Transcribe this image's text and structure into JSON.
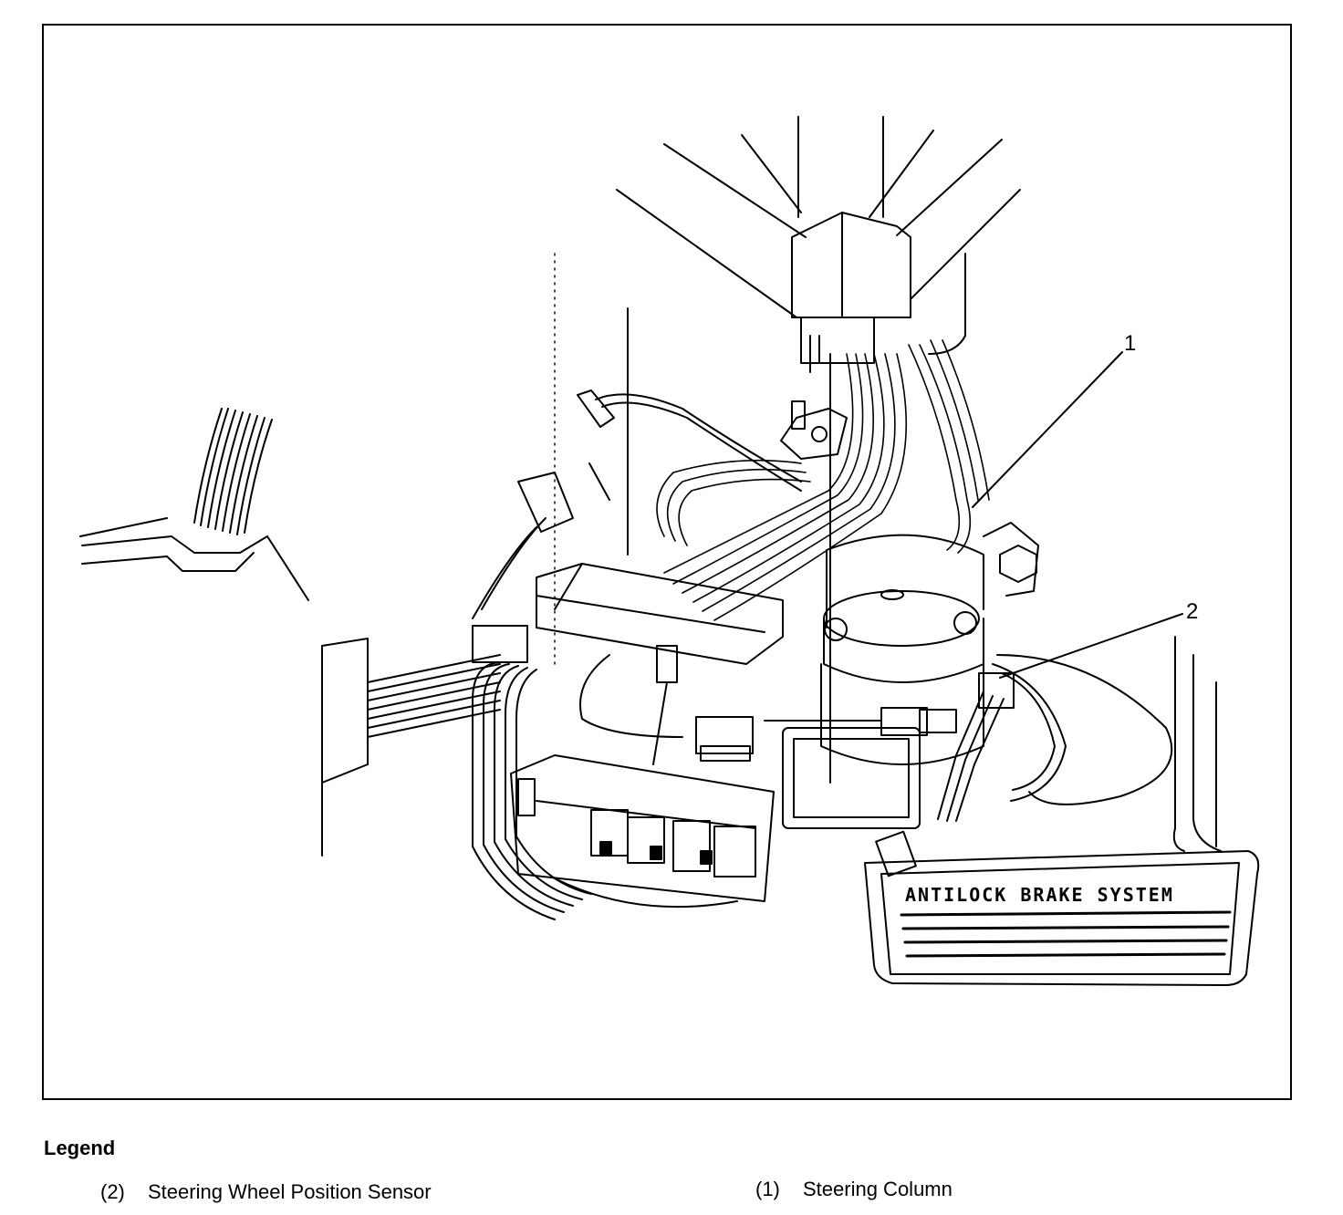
{
  "diagram": {
    "callouts": [
      {
        "id": "1",
        "label": "1"
      },
      {
        "id": "2",
        "label": "2"
      }
    ],
    "pedal_label": "ANTILOCK BRAKE SYSTEM"
  },
  "legend": {
    "title": "Legend",
    "items": [
      {
        "number": "(2)",
        "text": "Steering Wheel Position Sensor"
      },
      {
        "number": "(1)",
        "text": "Steering Column"
      }
    ]
  }
}
